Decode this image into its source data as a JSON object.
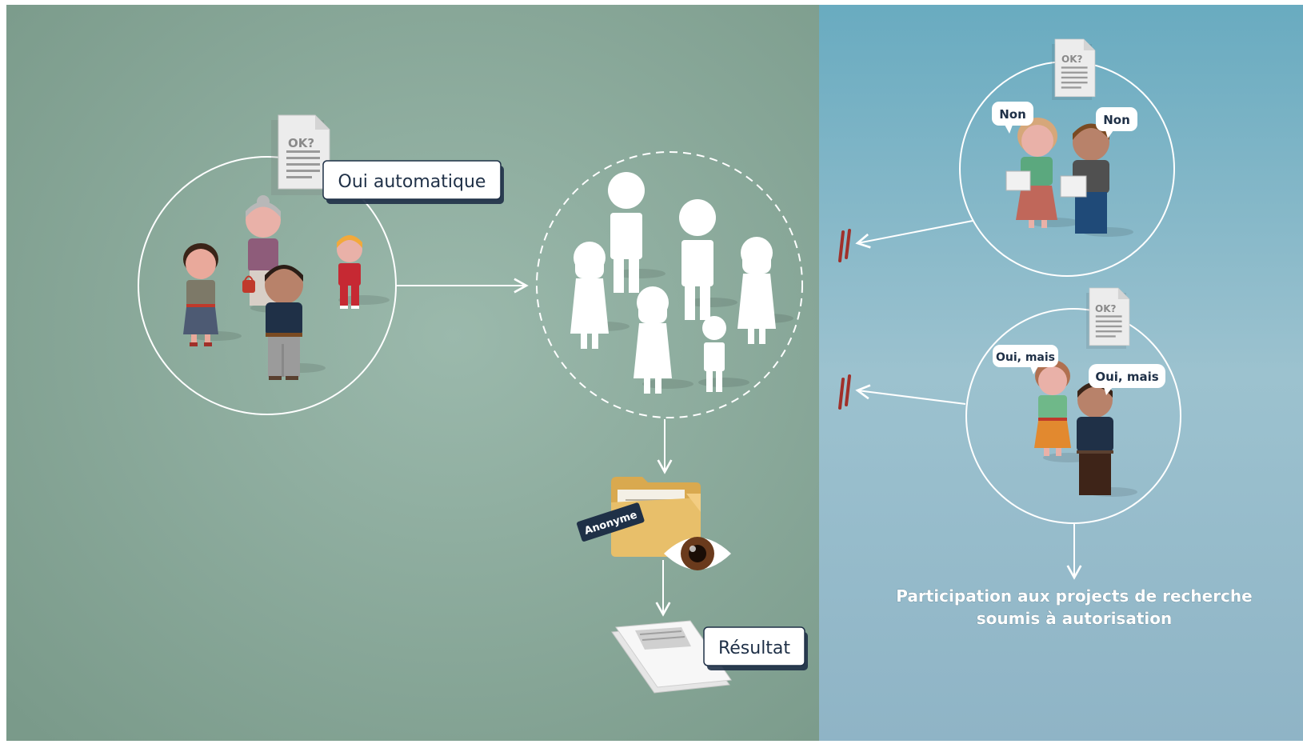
{
  "doc_labels": {
    "ok_main": "OK?",
    "ok_top": "OK?",
    "ok_bottom": "OK?"
  },
  "labels": {
    "oui_automatique": "Oui automatique",
    "anonyme": "Anonyme",
    "resultat": "Résultat",
    "non_left": "Non",
    "non_right": "Non",
    "oui_mais_left": "Oui, mais",
    "oui_mais_right": "Oui, mais"
  },
  "caption": {
    "line1": "Participation aux projects de recherche",
    "line2": "soumis à autorisation"
  },
  "colors": {
    "left_panel": "#86a496",
    "right_panel": "#79aebf",
    "label_box_border": "#1f3047",
    "badge_dark": "#1f3047",
    "reject_mark": "#a0302a",
    "folder": "#e8bf6a",
    "eye_iris": "#6a3a1c"
  }
}
